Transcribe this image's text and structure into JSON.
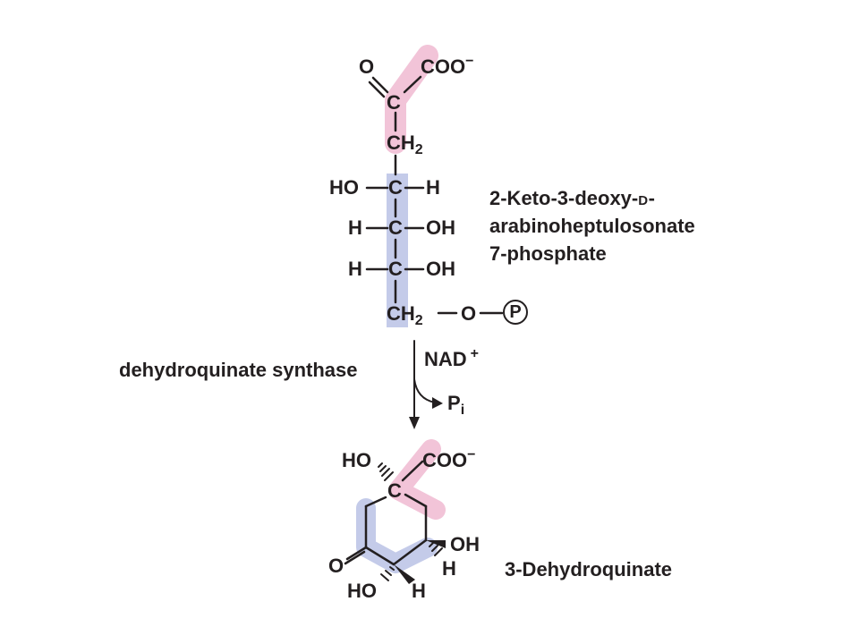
{
  "colors": {
    "ink": "#231f20",
    "highlight_pink": "#f2c4d8",
    "highlight_blue": "#c4cbe9"
  },
  "top": {
    "o": "O",
    "coo": "COO",
    "minus": "−",
    "c1": "C",
    "ch2_c": "CH",
    "ch2_sub": "2",
    "r1_left": "HO",
    "r1_c": "C",
    "r1_right": "H",
    "r2_left": "H",
    "r2_c": "C",
    "r2_right": "OH",
    "r3_left": "H",
    "r3_c": "C",
    "r3_right": "OH",
    "bottom_ch": "CH",
    "bottom_sub": "2",
    "bottom_o": "O",
    "phosphate": "P"
  },
  "compound1": {
    "line1_prefix": "2-Keto-3-deoxy-",
    "line1_smallcaps": "D",
    "line1_suffix": "-",
    "line2": "arabinoheptulosonate",
    "line3": "7-phosphate"
  },
  "reaction": {
    "enzyme": "dehydroquinate synthase",
    "cofactor": "NAD",
    "cofactor_sup": "+",
    "product_p": "P",
    "product_p_sub": "i"
  },
  "bottom": {
    "ho_top": "HO",
    "coo": "COO",
    "minus": "−",
    "c": "C",
    "oh_right": "OH",
    "h_right": "H",
    "o_left": "O",
    "ho_bottom": "HO",
    "h_bottom": "H"
  },
  "compound2": {
    "name": "3-Dehydroquinate"
  }
}
